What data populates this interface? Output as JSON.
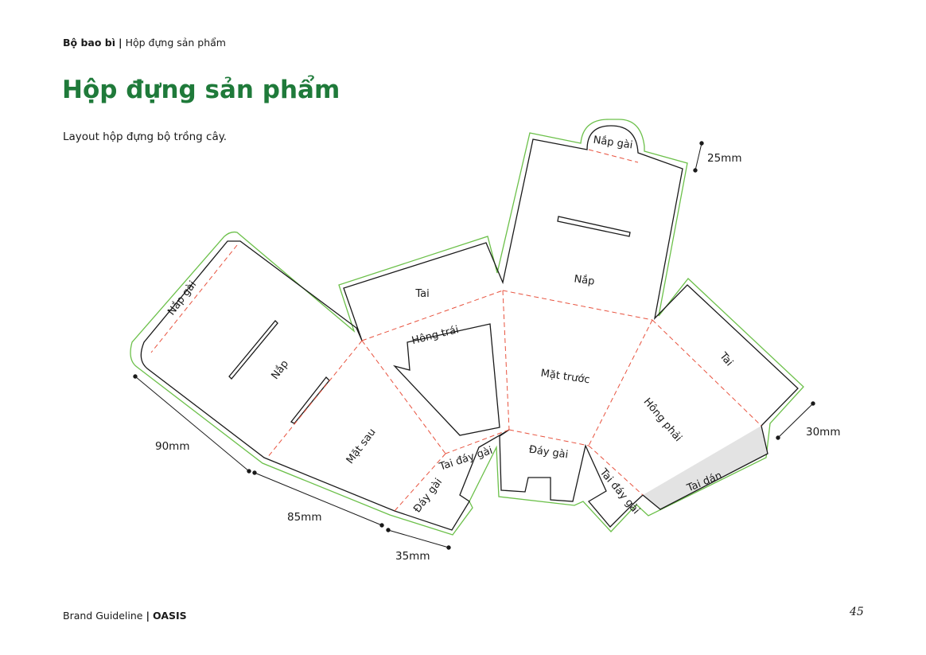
{
  "header": {
    "section": "Bộ bao bì",
    "separator": "|",
    "page": "Hộp đựng sản phẩm"
  },
  "title": "Hộp đựng sản phẩm",
  "subtitle": "Layout hộp đựng bộ trồng cây.",
  "diagram": {
    "labels": {
      "nap_gai_top": "Nắp gài",
      "nap_gai_left": "Nắp gài",
      "nap_top": "Nắp",
      "nap_left": "Nắp",
      "tai_left": "Tai",
      "tai_right": "Tai",
      "hong_trai": "Hông trái",
      "mat_truoc": "Mặt trước",
      "mat_sau": "Mặt sau",
      "hong_phai": "Hông phải",
      "day_gai_bottom": "Đáy gài",
      "day_gai_left": "Đáy gài",
      "tai_day_gai_left": "Tai đáy gài",
      "tai_day_gai_right": "Tai đáy gài",
      "tai_dan": "Tai dán"
    },
    "dimensions": {
      "d25": "25mm",
      "d90": "90mm",
      "d85": "85mm",
      "d35": "35mm",
      "d30": "30mm"
    },
    "colors": {
      "cut_line": "#1a1a1a",
      "fold_line": "#e8533f",
      "bleed_line": "#6cc04a",
      "glue_fill": "#e3e3e3",
      "title": "#1f7a3a"
    }
  },
  "footer": {
    "brand": "Brand Guideline",
    "separator": "|",
    "name": "OASIS",
    "page_number": "45"
  }
}
